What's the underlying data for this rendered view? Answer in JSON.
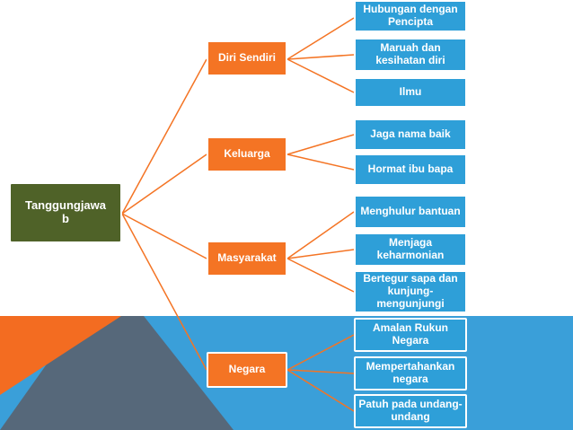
{
  "colors": {
    "root": "#4f6228",
    "category": "#f47424",
    "item": "#2e9fd8",
    "connector": "#f47424",
    "bottom_band": "#3a9fd9",
    "corner_orange": "#f36c21",
    "corner_grey": "#56687a"
  },
  "root": {
    "label": "Tanggungjawa\nb"
  },
  "categories": [
    {
      "label": "Diri Sendiri",
      "items": [
        "Hubungan dengan Pencipta",
        "Maruah dan kesihatan diri",
        "Ilmu"
      ]
    },
    {
      "label": "Keluarga",
      "items": [
        "Jaga nama baik",
        "Hormat ibu bapa"
      ]
    },
    {
      "label": "Masyarakat",
      "items": [
        "Menghulur bantuan",
        "Menjaga keharmonian",
        "Bertegur sapa dan kunjung-mengunjungi"
      ]
    },
    {
      "label": "Negara",
      "items": [
        "Amalan Rukun Negara",
        "Mempertahankan negara",
        "Patuh pada undang-undang"
      ]
    }
  ]
}
